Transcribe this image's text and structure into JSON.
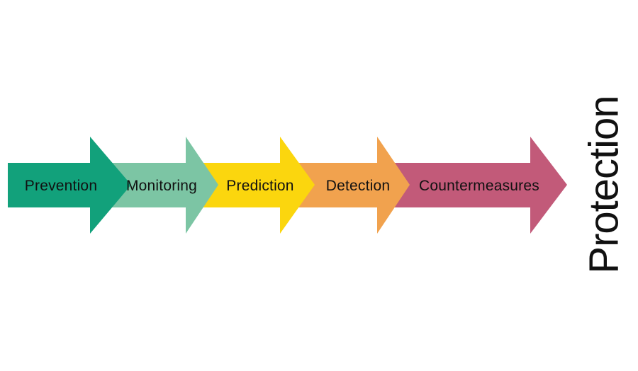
{
  "diagram": {
    "type": "process-flow-arrows",
    "direction": "left-to-right",
    "background": "#ffffff",
    "text_color": "#111111",
    "stages": [
      {
        "label": "Prevention",
        "color": "#12a17b"
      },
      {
        "label": "Monitoring",
        "color": "#7cc5a4"
      },
      {
        "label": "Prediction",
        "color": "#fbd60e"
      },
      {
        "label": "Detection",
        "color": "#f1a24e"
      },
      {
        "label": "Countermeasures",
        "color": "#c25a79"
      }
    ],
    "goal_label": "Protection"
  }
}
